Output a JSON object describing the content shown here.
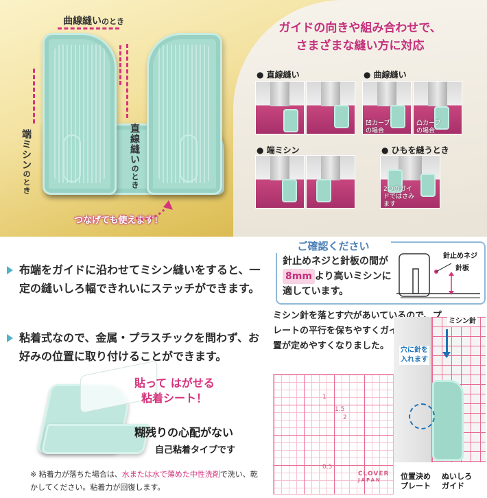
{
  "banner": {
    "headline_line1": "ガイドの向きや組み合わせで、",
    "headline_line2": "さまざまな縫い方に対応",
    "curve_label_main": "曲線縫い",
    "curve_label_small": "のとき",
    "edge_label_main": "端ミシン",
    "edge_label_small": "のとき",
    "straight_label_main": "直線縫い",
    "straight_label_small": "のとき",
    "connect_label": "つなげても使えます！"
  },
  "panel": {
    "straight_title": "● 直線縫い",
    "curve_title": "● 曲線縫い",
    "curve_caption_a": "凹カーブの場合",
    "curve_caption_b": "凸カーブの場合",
    "edge_title": "● 端ミシン",
    "cord_title": "● ひもを縫うとき",
    "cord_caption": "2つのガイドではさみます"
  },
  "bullets": [
    "布端をガイドに沿わせてミシン縫いをすると、一定の縫いしろ幅できれいにステッチができます。",
    "粘着式なので、金属・プラスチックを問わず、お好みの位置に取り付けることができます。"
  ],
  "sheet": {
    "peel_line1": "貼って はがせる",
    "peel_line2": "粘着シート！",
    "no_residue": "糊残りの心配がない",
    "self_adhesive": "自己粘着タイプです"
  },
  "footnote": {
    "pre": "※ 粘着力が落ちた場合は、",
    "highlight": "水または水で薄めた中性洗剤",
    "post": "で洗い、乾かしてください。粘着力が回復します。"
  },
  "confirm": {
    "title": "ご確認ください",
    "text_pre": "針止めネジと針板の間が",
    "mm_value": "8mm",
    "text_post": "より高いミシンに適しています。",
    "label_screw": "針止めネジ",
    "label_plate": "針板"
  },
  "hole_text": "ミシン針を落とす穴があいているので、プレートの平行を保ちやすくガイドを貼る位置が定めやすくなりました。",
  "plate": {
    "num_1": "1",
    "num_15": "1.5",
    "num_2": "2",
    "num_05": "0.5",
    "brand": "CLOVER",
    "brand_sub": "JAPAN"
  },
  "demo": {
    "needle_label": "ミシン針",
    "hole_label_line1": "穴に針を",
    "hole_label_line2": "入れます",
    "plate_label_line1": "位置決め",
    "plate_label_line2": "プレート",
    "guide_label_line1": "ぬいしろ",
    "guide_label_line2": "ガイド"
  }
}
